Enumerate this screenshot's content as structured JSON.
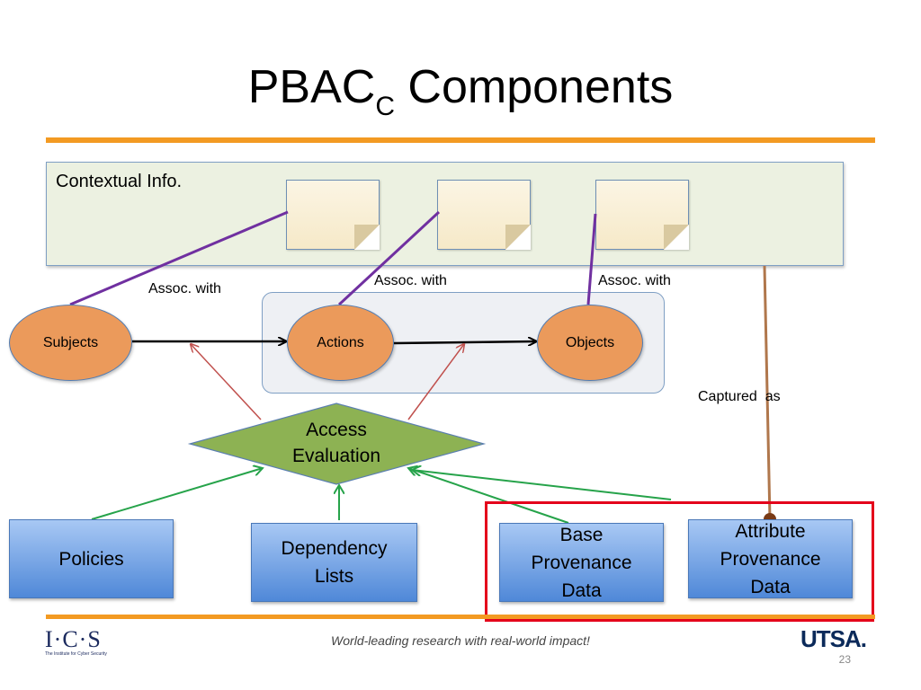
{
  "slide": {
    "title_main": "PBAC",
    "title_sub": "C",
    "title_rest": " Components",
    "tagline": "World-leading research with real-world impact!",
    "page_number": "23"
  },
  "context": {
    "label": "Contextual Info."
  },
  "nodes": {
    "subjects": "Subjects",
    "actions": "Actions",
    "objects": "Objects",
    "access_eval_line1": "Access",
    "access_eval_line2": "Evaluation"
  },
  "edge_labels": {
    "assoc1": "Assoc. with",
    "assoc2": "Assoc. with",
    "assoc3": "Assoc. with",
    "captured": "Captured  as"
  },
  "boxes": {
    "policies": "Policies",
    "dependency_line1": "Dependency",
    "dependency_line2": "Lists",
    "base_line1": "Base",
    "base_line2": "Provenance",
    "base_line3": "Data",
    "attr_line1": "Attribute",
    "attr_line2": "Provenance",
    "attr_line3": "Data"
  },
  "logos": {
    "ics": "I·C·S",
    "ics_subtitle": "The Institute for Cyber Security",
    "utsa": "UTSA."
  },
  "colors": {
    "accent_rule": "#f39a22",
    "association_line": "#7030a0",
    "access_arrow": "#c0504d",
    "input_arrow": "#26a34a",
    "highlight_border": "#e4001b",
    "node_fill": "#eb9a5b",
    "diamond_fill": "#8db253"
  }
}
